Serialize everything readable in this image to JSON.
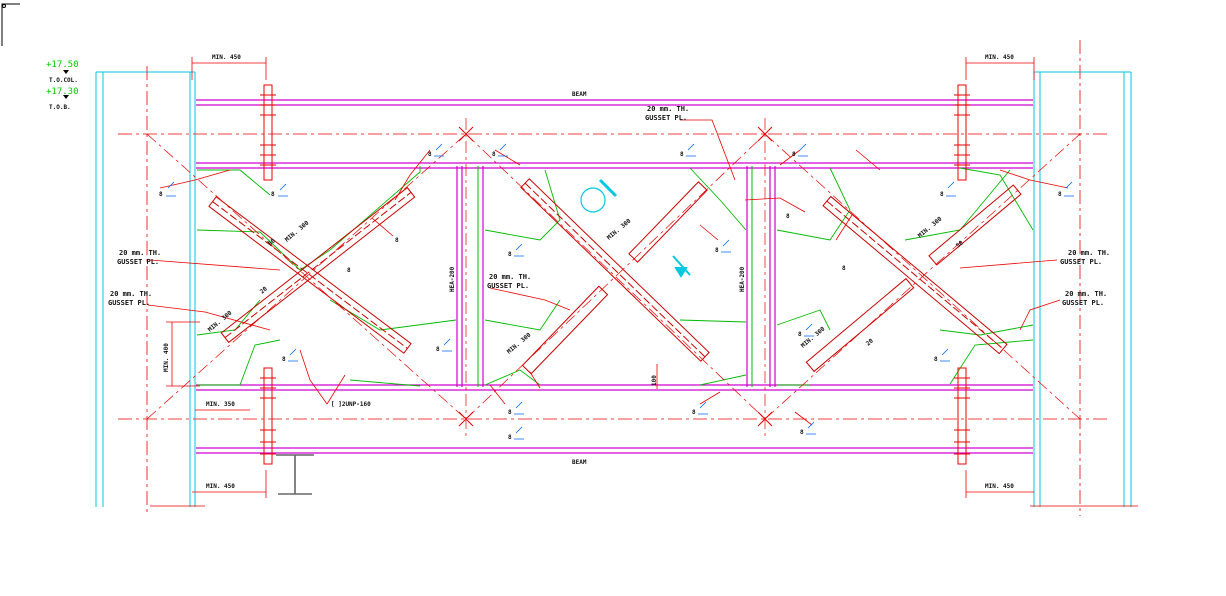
{
  "colors": {
    "background": "#ffffff",
    "column": "#00c8e0",
    "beam": "#d000d0",
    "member": "#cc0000",
    "gusset": "#00bb00",
    "dim": "#ee0000",
    "weld": "#0066ff",
    "text": "#111111",
    "level": "#00cc00"
  },
  "levels": {
    "col_value": "+17.50",
    "col_label": "T.O.COL.",
    "beam_value": "+17.30",
    "beam_label": "T.O.B."
  },
  "beam_labels": {
    "top": "BEAM",
    "bottom": "BEAM"
  },
  "dimensions": {
    "min450": "MIN. 450",
    "min350": "MIN. 350",
    "min400": "MIN. 400",
    "min300": "MIN. 300",
    "dim100": "100",
    "dim50": "50",
    "dim20": "20"
  },
  "gusset_labels": {
    "line1": "20 mm. TH.",
    "line2": "GUSSET PL."
  },
  "section_labels": {
    "hea": "HEA-200",
    "unp": "[ ]2UNP-160"
  },
  "weld_size": "8",
  "icons": {
    "weld": "weld-symbol-icon",
    "section": "i-beam-section-icon",
    "detail": "detail-marker-icon"
  }
}
